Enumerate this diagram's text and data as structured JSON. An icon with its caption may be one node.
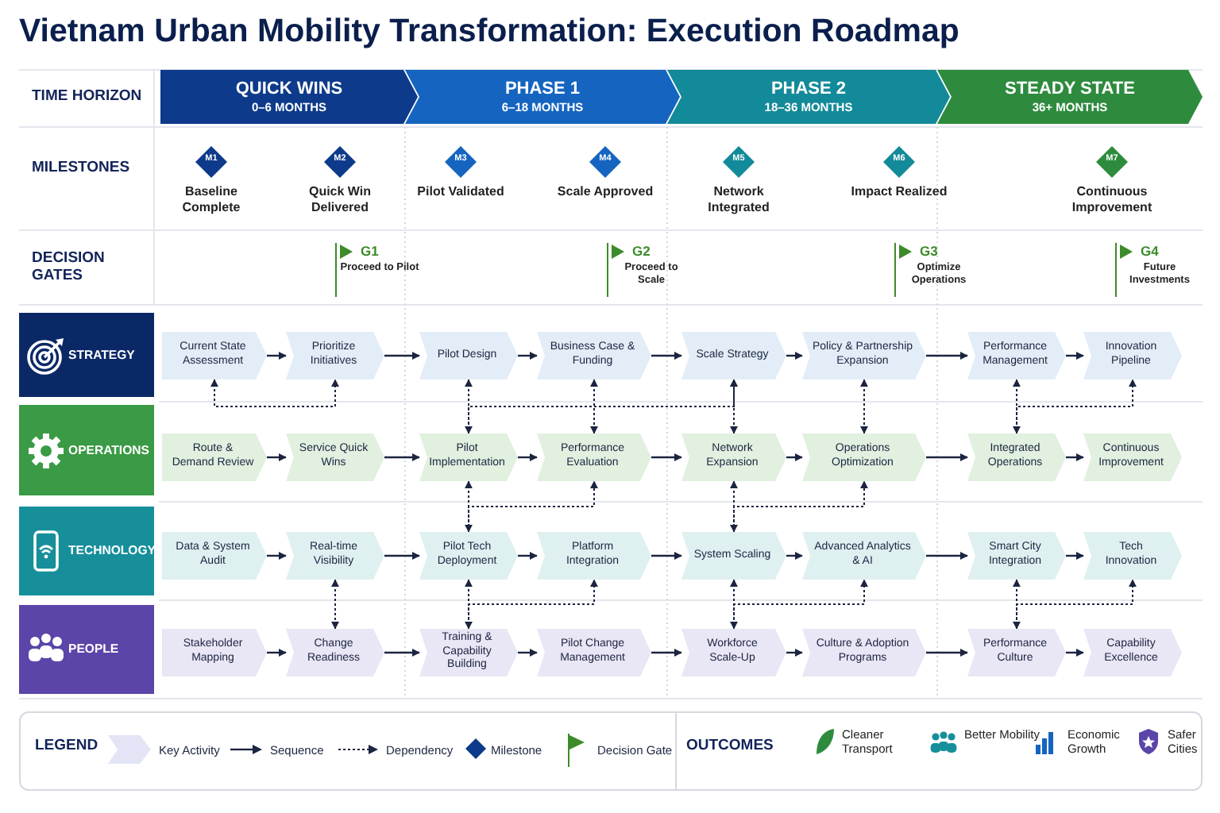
{
  "diagram": {
    "title": "Vietnam Urban Mobility Transformation: Execution Roadmap",
    "nodes": [
      {
        "text": [
          "QUICK WINS",
          "0–6 MONTHS"
        ]
      },
      {
        "text": [
          "PHASE 1",
          "6–18 MONTHS"
        ]
      },
      {
        "text": [
          "PHASE 2",
          "18–36 MONTHS"
        ]
      },
      {
        "text": [
          "STEADY STATE",
          "36+ MONTHS"
        ]
      },
      {
        "text": [
          "M1",
          "Baseline Complete"
        ]
      },
      {
        "text": [
          "M2",
          "Quick Win Delivered"
        ]
      },
      {
        "text": [
          "M3",
          "Pilot Validated"
        ]
      },
      {
        "text": [
          "M4",
          "Scale Approved"
        ]
      },
      {
        "text": [
          "M5",
          "Network Integrated"
        ]
      },
      {
        "text": [
          "M6",
          "Impact Realized"
        ]
      },
      {
        "text": [
          "M7",
          "Continuous Improvement"
        ]
      },
      {
        "text": [
          "G1",
          "Proceed to Pilot"
        ]
      },
      {
        "text": [
          "G2",
          "Proceed to Scale"
        ]
      },
      {
        "text": [
          "G3",
          "Optimize Operations"
        ]
      },
      {
        "text": [
          "G4",
          "Future Investments"
        ]
      },
      {
        "text": [
          "STRATEGY"
        ]
      },
      {
        "text": [
          "OPERATIONS"
        ]
      },
      {
        "text": [
          "TECHNOLOGY"
        ]
      },
      {
        "text": [
          "PEOPLE"
        ]
      },
      {
        "text": [
          "Current State Assessment"
        ]
      },
      {
        "text": [
          "Prioritize Initiatives"
        ]
      },
      {
        "text": [
          "Pilot Design"
        ]
      },
      {
        "text": [
          "Business Case & Funding"
        ]
      },
      {
        "text": [
          "Scale Strategy"
        ]
      },
      {
        "text": [
          "Policy & Partnership Expansion"
        ]
      },
      {
        "text": [
          "Performance Management"
        ]
      },
      {
        "text": [
          "Innovation Pipeline"
        ]
      },
      {
        "text": [
          "Route & Demand Review"
        ]
      },
      {
        "text": [
          "Service Quick Wins"
        ]
      },
      {
        "text": [
          "Pilot Implementation"
        ]
      },
      {
        "text": [
          "Performance Evaluation"
        ]
      },
      {
        "text": [
          "Network Expansion"
        ]
      },
      {
        "text": [
          "Operations Optimization"
        ]
      },
      {
        "text": [
          "Integrated Operations"
        ]
      },
      {
        "text": [
          "Continuous Improvement"
        ]
      },
      {
        "text": [
          "Data & System Audit"
        ]
      },
      {
        "text": [
          "Real-time Visibility"
        ]
      },
      {
        "text": [
          "Pilot Tech Deployment"
        ]
      },
      {
        "text": [
          "Platform Integration"
        ]
      },
      {
        "text": [
          "System Scaling"
        ]
      },
      {
        "text": [
          "Advanced Analytics & AI"
        ]
      },
      {
        "text": [
          "Smart City Integration"
        ]
      },
      {
        "text": [
          "Tech Innovation"
        ]
      },
      {
        "text": [
          "Stakeholder Mapping"
        ]
      },
      {
        "text": [
          "Change Readiness"
        ]
      },
      {
        "text": [
          "Training & Capability Building"
        ]
      },
      {
        "text": [
          "Pilot Change Management"
        ]
      },
      {
        "text": [
          "Workforce Scale-Up"
        ]
      },
      {
        "text": [
          "Culture & Adoption Programs"
        ]
      },
      {
        "text": [
          "Performance Culture"
        ]
      },
      {
        "text": [
          "Capability Excellence"
        ]
      }
    ],
    "edges": [
      {
        "from": 19,
        "to": 20,
        "arrow": "to"
      },
      {
        "from": 20,
        "to": 21,
        "arrow": "to"
      },
      {
        "from": 21,
        "to": 22,
        "arrow": "to"
      },
      {
        "from": 22,
        "to": 23,
        "arrow": "to"
      },
      {
        "from": 23,
        "to": 24,
        "arrow": "to"
      },
      {
        "from": 24,
        "to": 25,
        "arrow": "to"
      },
      {
        "from": 25,
        "to": 26,
        "arrow": "to"
      },
      {
        "from": 27,
        "to": 28,
        "arrow": "to"
      },
      {
        "from": 28,
        "to": 29,
        "arrow": "to"
      },
      {
        "from": 29,
        "to": 30,
        "arrow": "to"
      },
      {
        "from": 30,
        "to": 31,
        "arrow": "to"
      },
      {
        "from": 31,
        "to": 32,
        "arrow": "to"
      },
      {
        "from": 32,
        "to": 33,
        "arrow": "to"
      },
      {
        "from": 33,
        "to": 34,
        "arrow": "to"
      },
      {
        "from": 35,
        "to": 36,
        "arrow": "to"
      },
      {
        "from": 36,
        "to": 37,
        "arrow": "to"
      },
      {
        "from": 37,
        "to": 38,
        "arrow": "to"
      },
      {
        "from": 38,
        "to": 39,
        "arrow": "to"
      },
      {
        "from": 39,
        "to": 40,
        "arrow": "to"
      },
      {
        "from": 40,
        "to": 41,
        "arrow": "to"
      },
      {
        "from": 41,
        "to": 42,
        "arrow": "to"
      },
      {
        "from": 43,
        "to": 44,
        "arrow": "to"
      },
      {
        "from": 44,
        "to": 45,
        "arrow": "to"
      },
      {
        "from": 45,
        "to": 46,
        "arrow": "to"
      },
      {
        "from": 46,
        "to": 47,
        "arrow": "to"
      },
      {
        "from": 47,
        "to": 48,
        "arrow": "to"
      },
      {
        "from": 48,
        "to": 49,
        "arrow": "to"
      },
      {
        "from": 49,
        "to": 50,
        "arrow": "to"
      },
      {
        "from": 19,
        "to": 20,
        "arrow": "both",
        "style": "dashed"
      },
      {
        "from": 21,
        "to": 29,
        "arrow": "both",
        "style": "dashed"
      },
      {
        "from": 22,
        "to": 30,
        "arrow": "both",
        "style": "dashed"
      },
      {
        "from": 29,
        "to": 23,
        "arrow": "to",
        "style": "dashed"
      },
      {
        "from": 23,
        "to": 31,
        "arrow": "both",
        "style": "dashed"
      },
      {
        "from": 24,
        "to": 32,
        "arrow": "both",
        "style": "dashed"
      },
      {
        "from": 25,
        "to": 33,
        "arrow": "both",
        "style": "dashed"
      },
      {
        "from": 33,
        "to": 26,
        "arrow": "to",
        "style": "dashed"
      },
      {
        "from": 29,
        "to": 37,
        "arrow": "both",
        "style": "dashed"
      },
      {
        "from": 37,
        "to": 30,
        "arrow": "to",
        "style": "dashed"
      },
      {
        "from": 31,
        "to": 39,
        "arrow": "both",
        "style": "dashed"
      },
      {
        "from": 39,
        "to": 32,
        "arrow": "to",
        "style": "dashed"
      },
      {
        "from": 36,
        "to": 44,
        "arrow": "both",
        "style": "dashed"
      },
      {
        "from": 37,
        "to": 45,
        "arrow": "both",
        "style": "dashed"
      },
      {
        "from": 45,
        "to": 38,
        "arrow": "to",
        "style": "dashed"
      },
      {
        "from": 39,
        "to": 47,
        "arrow": "both",
        "style": "dashed"
      },
      {
        "from": 47,
        "to": 40,
        "arrow": "to",
        "style": "dashed"
      },
      {
        "from": 41,
        "to": 49,
        "arrow": "both",
        "style": "dashed"
      },
      {
        "from": 49,
        "to": 42,
        "arrow": "to",
        "style": "dashed"
      }
    ],
    "labels": [
      "TIME HORIZON",
      "MILESTONES",
      "DECISION GATES",
      "LEGEND",
      "OUTCOMES",
      "Cleaner Transport",
      "Better Mobility",
      "Economic Growth",
      "Safer Cities"
    ],
    "legend": [
      {
        "text": "Key Activity"
      },
      {
        "text": "Sequence"
      },
      {
        "text": "Dependency"
      },
      {
        "text": "Milestone"
      },
      {
        "text": "Decision Gate"
      }
    ]
  }
}
